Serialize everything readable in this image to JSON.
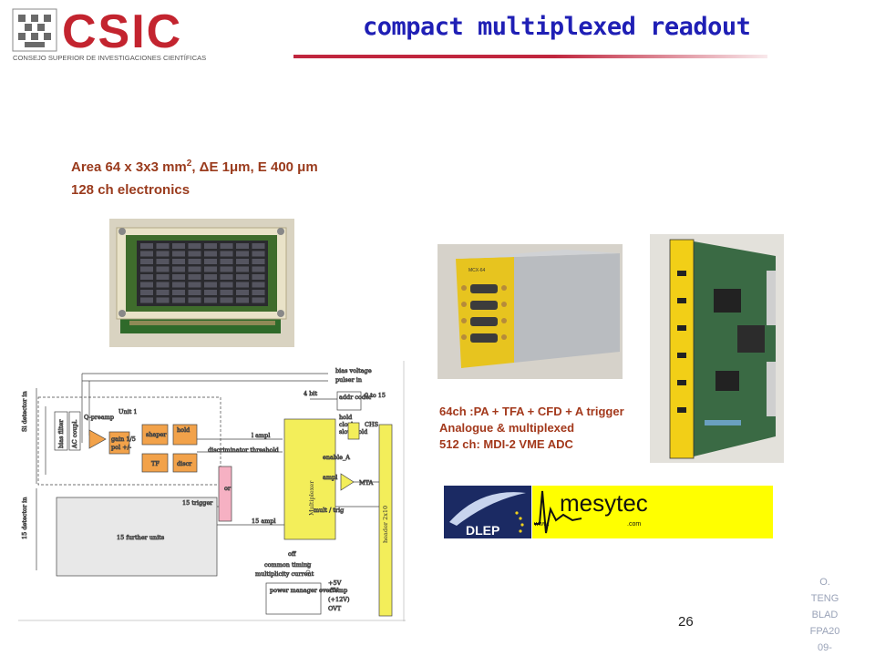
{
  "header": {
    "logo_text": "CSIC",
    "logo_subtitle": "CONSEJO SUPERIOR DE INVESTIGACIONES CIENTÍFICAS",
    "title": "compact multiplexed readout"
  },
  "specs": {
    "line1_prefix": "Area 64 x 3x3 mm",
    "line1_sup": "2",
    "line1_suffix": ",  ΔE 1μm,  E 400 μm",
    "line2": "128 ch electronics"
  },
  "module_desc": {
    "line1": "64ch :PA + TFA + CFD + A  trigger",
    "line2": "Analogue & multiplexed",
    "line3": "512 ch: MDI-2 VME ADC"
  },
  "photos": {
    "box_label": "MCX-64"
  },
  "schematic": {
    "bias_voltage": "bias voltage",
    "pulser_in": "pulser in",
    "detector_in": "Si detector in",
    "bias_filter": "bias filter",
    "ac_coupling": "AC coupl.",
    "unit1": "Unit 1",
    "q_preamp": "Q-preamp",
    "gain": "gain 1/5",
    "pol": "pol +/-",
    "shaper": "shaper",
    "hold": "hold",
    "tf": "TF",
    "discr": "discr",
    "discr_threshold": "discriminator threshold",
    "ampl_1": "l ampl",
    "four_bit": "4 bit",
    "addr_coder": "addr coder",
    "zero_to_15": "0 to 15",
    "hold_sig": "hold",
    "clock": "clock",
    "slow_hold": "slow hold",
    "chs": "CHS",
    "enable_a": "enable_A",
    "ampl": "ampl",
    "mta": "MTA",
    "mult_trig": "mult / trig",
    "multiplexer": "Multiplexer",
    "header": "header 2x10",
    "or": "or",
    "detector_in_15": "15 detector in",
    "further_units": "15 further units",
    "triggers_15": "15 trigger",
    "ampl_15": "15 ampl",
    "off": "off",
    "common_timing": "common timing",
    "multiplicity_current": "multiplicity current",
    "plus5": "+5V",
    "minus5": "-5V",
    "plus12": "(+12V)",
    "ovt": "OVT",
    "power_manager": "power manager overtemp"
  },
  "logos": {
    "dlep": "DLEP",
    "mesytec": "mesytec",
    "mesytec_www": "www.",
    "mesytec_com": ".com"
  },
  "footer": {
    "page_number": "26",
    "credit": [
      "O.",
      "TENG",
      "BLAD",
      "FPA20",
      "09-"
    ]
  },
  "colors": {
    "title": "#1f1fb5",
    "accent_red": "#c0263e",
    "spec_text": "#9a3b1d",
    "mesytec_bg": "#ffff00"
  }
}
